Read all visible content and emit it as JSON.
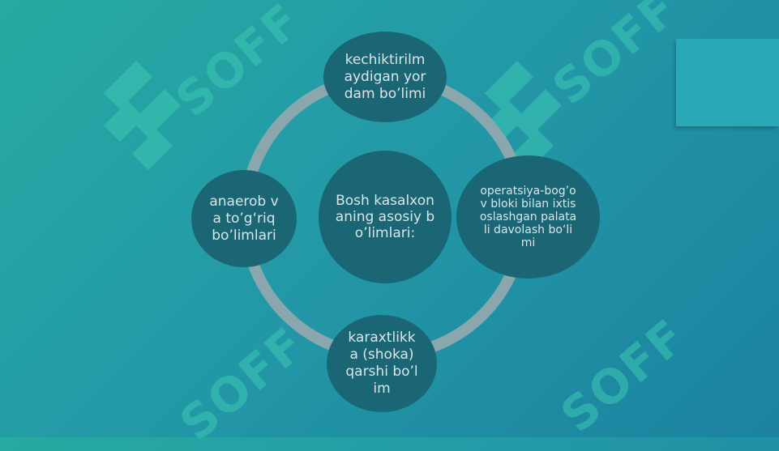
{
  "watermark_text": "SOFF",
  "center": {
    "label": "Bosh kasalxonaning asosiy bo’limlari:"
  },
  "nodes": {
    "top": "kechiktirilmaydigan yordam bo’limi",
    "right": "operatsiya-bog’ov bloki bilan ixtisoslashgan palatali davolash bo‘limi",
    "bottom": "karaxtlikka (shoka) qarshi bo’lim",
    "left": "anaerob va to’g‘riq bo’limlari"
  },
  "colors": {
    "background": "#23a0a6",
    "node": "#1a6675",
    "ring": "#8aa7ad",
    "text": "#d9e6ea",
    "watermark": "#3cc8b4"
  }
}
